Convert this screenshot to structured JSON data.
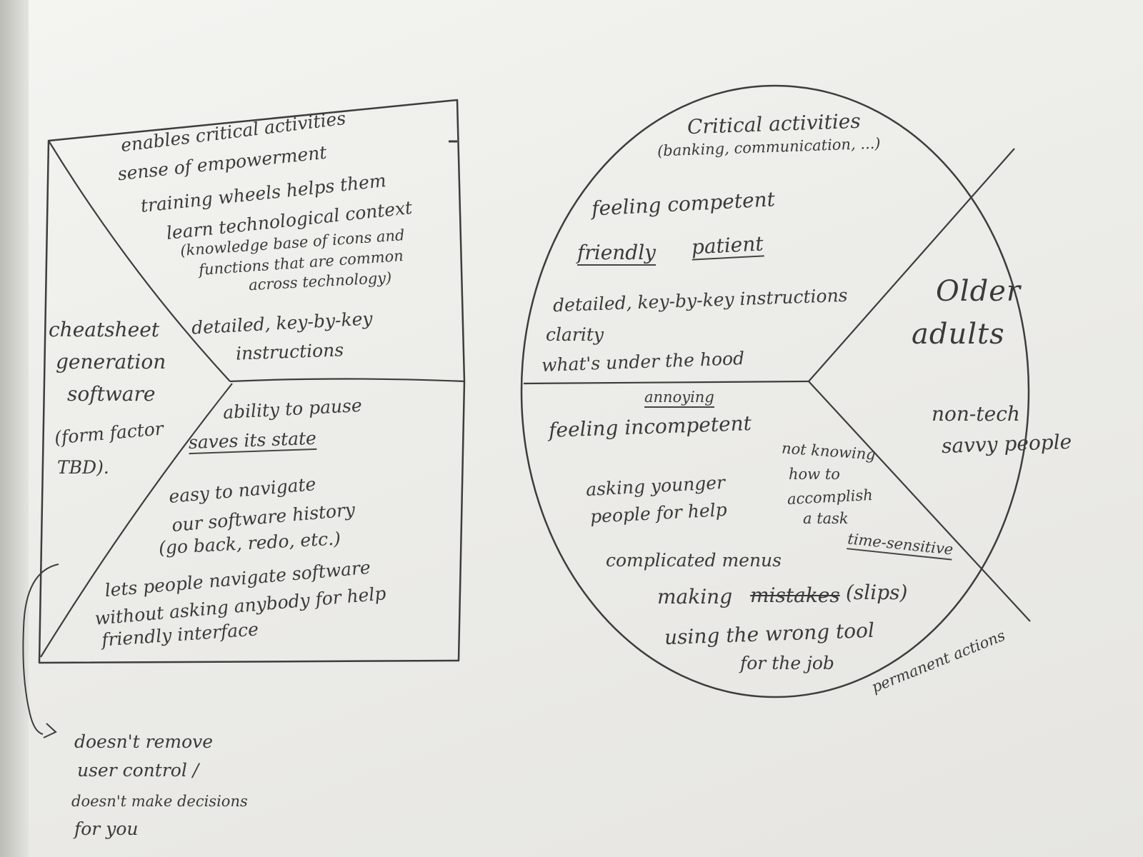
{
  "left_square": {
    "top": [
      "enables critical activities",
      "sense of empowerment",
      "training wheels helps them",
      "learn technological context",
      "(knowledge base of icons and",
      "functions that are common",
      "across technology)"
    ],
    "right_top": [
      "detailed, key-by-key",
      "instructions"
    ],
    "left": [
      "cheatsheet",
      "generation",
      "software",
      "(form factor",
      "TBD)."
    ],
    "bottom": [
      "ability to pause",
      "saves its state",
      "easy to navigate",
      "our software history",
      "(go back, redo, etc.)",
      "lets people navigate software",
      "without asking anybody for help",
      "friendly interface"
    ],
    "note": [
      "doesn't remove",
      "user control /",
      "doesn't make decisions",
      "for you"
    ]
  },
  "right_circle": {
    "top": {
      "heading": [
        "Critical activities",
        "(banking, communication, ...)"
      ],
      "items": [
        "feeling competent",
        "friendly",
        "patient",
        "detailed, key-by-key instructions",
        "clarity",
        "what's under the hood"
      ]
    },
    "right": {
      "title": [
        "Older",
        "adults"
      ],
      "subtitle": [
        "non-tech",
        "savvy people"
      ]
    },
    "bottom": {
      "items": [
        "annoying",
        "feeling incompetent",
        "not knowing",
        "how to",
        "accomplish",
        "a task",
        "asking younger",
        "people for help",
        "complicated menus",
        "time-sensitive",
        "making",
        "mistakes",
        "(slips)",
        "using the wrong tool",
        "for the job",
        "permanent actions"
      ]
    }
  }
}
